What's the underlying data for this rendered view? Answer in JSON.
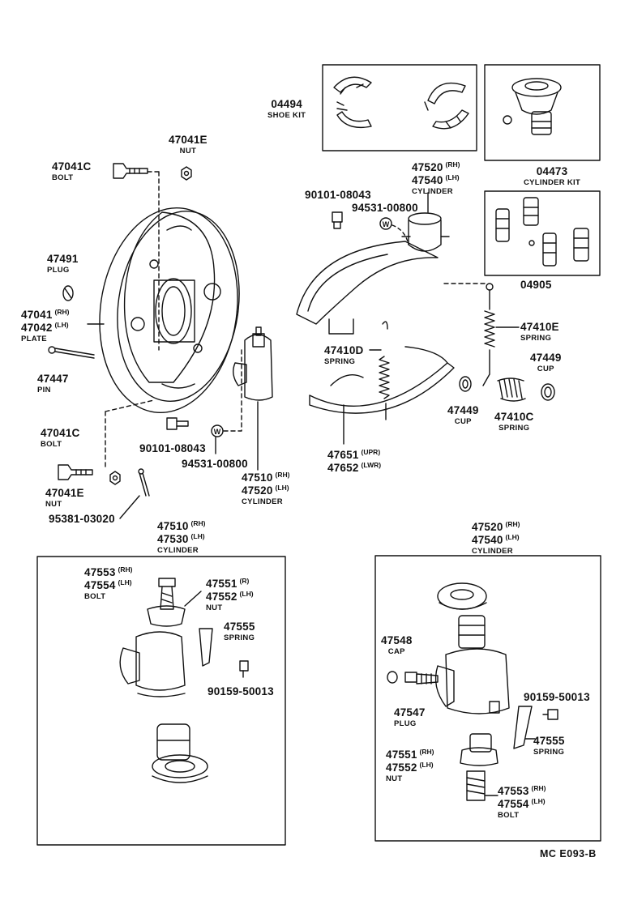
{
  "labels": {
    "shoe_kit_no": "04494",
    "shoe_kit_name": "SHOE KIT",
    "cyl_kit_no": "04473",
    "cyl_kit_name": "CYLINDER KIT",
    "kit_04905": "04905",
    "nut_top_no": "47041E",
    "nut_top_name": "NUT",
    "bolt_top_no": "47041C",
    "bolt_top_name": "BOLT",
    "plug_no": "47491",
    "plug_name": "PLUG",
    "plate_rh_no": "47041",
    "plate_rh_sfx": "(RH)",
    "plate_lh_no": "47042",
    "plate_lh_sfx": "(LH)",
    "plate_name": "PLATE",
    "pin_no": "47447",
    "pin_name": "PIN",
    "bolt_bot_no": "47041C",
    "bolt_bot_name": "BOLT",
    "nut_bot_no": "47041E",
    "nut_bot_name": "NUT",
    "cotter_no": "95381-03020",
    "bolt_90101_a": "90101-08043",
    "washer_94531_a": "94531-00800",
    "bolt_90101_b": "90101-08043",
    "washer_94531_b": "94531-00800",
    "cylA_rh_no": "47520",
    "cylA_rh_sfx": "(RH)",
    "cylA_lh_no": "47540",
    "cylA_lh_sfx": "(LH)",
    "cylA_name": "CYLINDER",
    "cylB_rh_no": "47510",
    "cylB_rh_sfx": "(RH)",
    "cylB_lh_no": "47520",
    "cylB_lh_sfx": "(LH)",
    "cylB_name": "CYLINDER",
    "spring_d_no": "47410D",
    "spring_d_name": "SPRING",
    "spring_e_no": "47410E",
    "spring_e_name": "SPRING",
    "cup_a_no": "47449",
    "cup_a_name": "CUP",
    "cup_b_no": "47449",
    "cup_b_name": "CUP",
    "spring_c_no": "47410C",
    "spring_c_name": "SPRING",
    "shoe_upr_no": "47651",
    "shoe_upr_sfx": "(UPR)",
    "shoe_lwr_no": "47652",
    "shoe_lwr_sfx": "(LWR)",
    "box1_rh_no": "47510",
    "box1_rh_sfx": "(RH)",
    "box1_lh_no": "47530",
    "box1_lh_sfx": "(LH)",
    "box1_name": "CYLINDER",
    "box2_rh_no": "47520",
    "box2_rh_sfx": "(RH)",
    "box2_lh_no": "47540",
    "box2_lh_sfx": "(LH)",
    "box2_name": "CYLINDER",
    "b1_bolt_rh_no": "47553",
    "b1_bolt_rh_sfx": "(RH)",
    "b1_bolt_lh_no": "47554",
    "b1_bolt_lh_sfx": "(LH)",
    "b1_bolt_name": "BOLT",
    "b1_nut_rh_no": "47551",
    "b1_nut_rh_sfx": "(R)",
    "b1_nut_lh_no": "47552",
    "b1_nut_lh_sfx": "(LH)",
    "b1_nut_name": "NUT",
    "b1_spring_no": "47555",
    "b1_spring_name": "SPRING",
    "b1_bolt2_no": "90159-50013",
    "b2_cap_no": "47548",
    "b2_cap_name": "CAP",
    "b2_plug_no": "47547",
    "b2_plug_name": "PLUG",
    "b2_bolt2_no": "90159-50013",
    "b2_spring_no": "47555",
    "b2_spring_name": "SPRING",
    "b2_nut_rh_no": "47551",
    "b2_nut_rh_sfx": "(RH)",
    "b2_nut_lh_no": "47552",
    "b2_nut_lh_sfx": "(LH)",
    "b2_nut_name": "NUT",
    "b2_bolt_rh_no": "47553",
    "b2_bolt_rh_sfx": "(RH)",
    "b2_bolt_lh_no": "47554",
    "b2_bolt_lh_sfx": "(LH)",
    "b2_bolt_name": "BOLT",
    "washer_mark": "W",
    "footer": "MC  E093-B"
  }
}
